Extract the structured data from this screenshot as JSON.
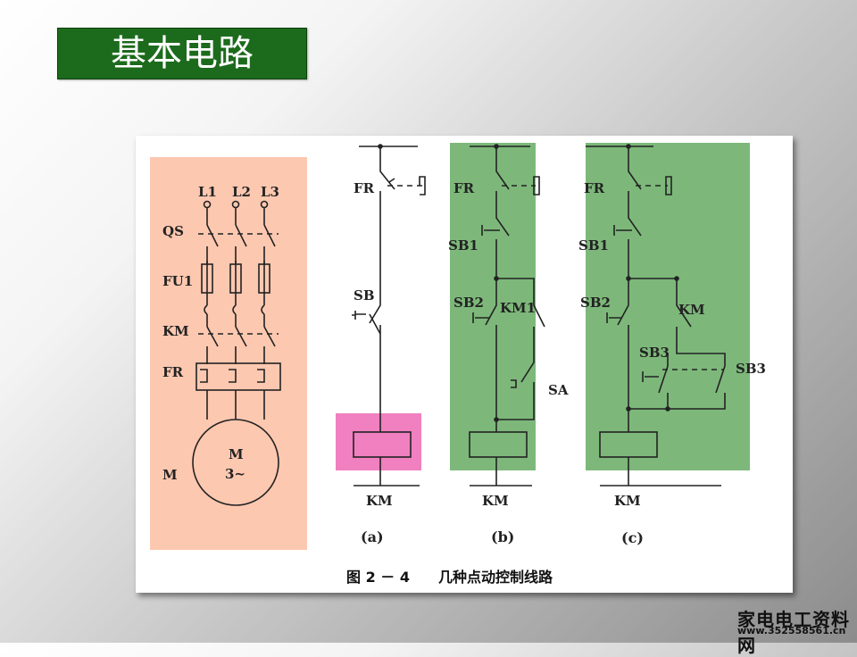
{
  "slide": {
    "title": "基本电路"
  },
  "figure": {
    "caption": "图 2 － 4　　几种点动控制线路",
    "panel_labels": [
      "(a)",
      "(b)",
      "(c)"
    ],
    "main_circuit": {
      "phase_labels": [
        "L1",
        "L2",
        "L3"
      ],
      "labels": {
        "qs": "QS",
        "fu1": "FU1",
        "km": "KM",
        "fr": "FR",
        "m": "M"
      },
      "motor_text": [
        "M",
        "3~"
      ]
    },
    "circuit_a": {
      "fr": "FR",
      "sb": "SB",
      "coil": "KM"
    },
    "circuit_b": {
      "fr": "FR",
      "sb1": "SB1",
      "sb2": "SB2",
      "km1": "KM1",
      "sa": "SA",
      "coil": "KM"
    },
    "circuit_c": {
      "fr": "FR",
      "sb1": "SB1",
      "sb2": "SB2",
      "km": "KM",
      "sb3_left": "SB3",
      "sb3_right": "SB3",
      "coil": "KM"
    }
  },
  "watermark": {
    "line1": "家电电工资料网",
    "line2": "www.352558561.cn"
  },
  "colors": {
    "title_bg": "#1c6b1c",
    "main_circuit_bg": "#fdc8b0",
    "highlight_pink": "#f080c0",
    "highlight_green": "#7db87a"
  }
}
